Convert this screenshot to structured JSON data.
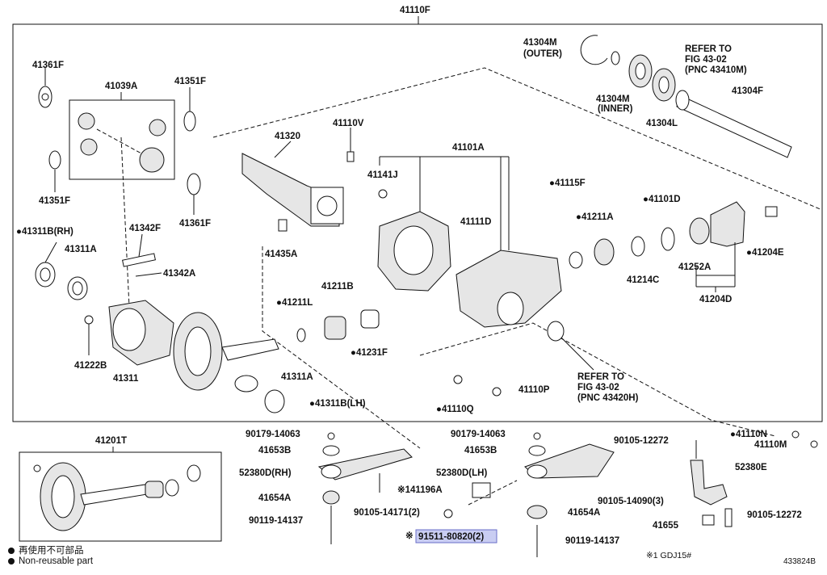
{
  "diagram": {
    "main_assembly": "41110F",
    "sub_assembly": "41201T",
    "labels": [
      {
        "id": "41361F-a",
        "text": "41361F"
      },
      {
        "id": "41039A",
        "text": "41039A"
      },
      {
        "id": "41351F-a",
        "text": "41351F"
      },
      {
        "id": "41351F-b",
        "text": "41351F"
      },
      {
        "id": "41361F-b",
        "text": "41361F"
      },
      {
        "id": "41320",
        "text": "41320"
      },
      {
        "id": "41110V",
        "text": "41110V"
      },
      {
        "id": "41101A",
        "text": "41101A"
      },
      {
        "id": "41304M-outer",
        "text": "41304M"
      },
      {
        "id": "outer",
        "text": "(OUTER)"
      },
      {
        "id": "41304M-inner",
        "text": "41304M"
      },
      {
        "id": "inner",
        "text": "(INNER)"
      },
      {
        "id": "41304L",
        "text": "41304L"
      },
      {
        "id": "41304F",
        "text": "41304F"
      },
      {
        "id": "refer1",
        "text": "REFER TO"
      },
      {
        "id": "fig1",
        "text": "FIG 43-02"
      },
      {
        "id": "pnc1",
        "text": "(PNC 43410M)"
      },
      {
        "id": "41141J",
        "text": "41141J"
      },
      {
        "id": "41115F",
        "text": "●41115F"
      },
      {
        "id": "41101D",
        "text": "●41101D"
      },
      {
        "id": "41311B-rh",
        "text": "●41311B(RH)"
      },
      {
        "id": "41311A-a",
        "text": "41311A"
      },
      {
        "id": "41342F",
        "text": "41342F"
      },
      {
        "id": "41342A",
        "text": "41342A"
      },
      {
        "id": "41435A",
        "text": "41435A"
      },
      {
        "id": "41111D",
        "text": "41111D"
      },
      {
        "id": "41211A",
        "text": "●41211A"
      },
      {
        "id": "41204E",
        "text": "●41204E"
      },
      {
        "id": "41252A",
        "text": "41252A"
      },
      {
        "id": "41214C",
        "text": "41214C"
      },
      {
        "id": "41204D",
        "text": "41204D"
      },
      {
        "id": "41211L",
        "text": "●41211L"
      },
      {
        "id": "41211B",
        "text": "41211B"
      },
      {
        "id": "41222B",
        "text": "41222B"
      },
      {
        "id": "41311",
        "text": "41311"
      },
      {
        "id": "41231F",
        "text": "●41231F"
      },
      {
        "id": "41311A-b",
        "text": "41311A"
      },
      {
        "id": "41311B-lh",
        "text": "●41311B(LH)"
      },
      {
        "id": "41110Q",
        "text": "●41110Q"
      },
      {
        "id": "41110P",
        "text": "41110P"
      },
      {
        "id": "refer2",
        "text": "REFER TO"
      },
      {
        "id": "fig2",
        "text": "FIG 43-02"
      },
      {
        "id": "pnc2",
        "text": "(PNC 43420H)"
      },
      {
        "id": "90179-a",
        "text": "90179-14063"
      },
      {
        "id": "41653B-a",
        "text": "41653B"
      },
      {
        "id": "52380D-rh",
        "text": "52380D(RH)"
      },
      {
        "id": "41654A-a",
        "text": "41654A"
      },
      {
        "id": "90119-a",
        "text": "90119-14137"
      },
      {
        "id": "90105-14171",
        "text": "90105-14171(2)"
      },
      {
        "id": "41196A",
        "text": "※141196A"
      },
      {
        "id": "90179-b",
        "text": "90179-14063"
      },
      {
        "id": "41653B-b",
        "text": "41653B"
      },
      {
        "id": "52380D-lh",
        "text": "52380D(LH)"
      },
      {
        "id": "90105-14090",
        "text": "90105-14090(3)"
      },
      {
        "id": "41654A-b",
        "text": "41654A"
      },
      {
        "id": "90119-b",
        "text": "90119-14137"
      },
      {
        "id": "41110N",
        "text": "●41110N"
      },
      {
        "id": "41110M",
        "text": "41110M"
      },
      {
        "id": "90105-12272-a",
        "text": "90105-12272"
      },
      {
        "id": "52380E",
        "text": "52380E"
      },
      {
        "id": "90105-12272-b",
        "text": "90105-12272"
      },
      {
        "id": "41655",
        "text": "41655"
      },
      {
        "id": "ast",
        "text": "※"
      }
    ],
    "highlight": "91511-80820(2)",
    "legend_jp": "再使用不可部品",
    "legend_en": "Non-reusable part",
    "note": "※1 GDJ15#",
    "figure_ref": "433824B"
  },
  "colors": {
    "highlight_fill": "#c9cdf2",
    "line": "#111111"
  }
}
